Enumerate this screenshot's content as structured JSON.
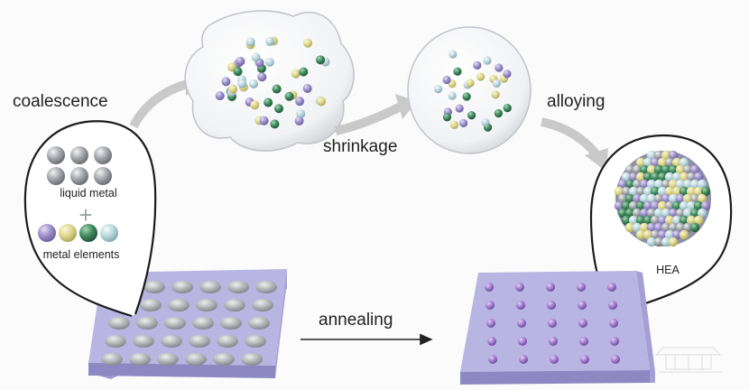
{
  "labels": {
    "coalescence": "coalescence",
    "shrinkage": "shrinkage",
    "alloying": "alloying",
    "annealing": "annealing",
    "liquid_metal": "liquid metal",
    "plus": "+",
    "metal_elements": "metal elements",
    "hea": "HEA"
  },
  "colors": {
    "liquid_metal": "#9ea3a8",
    "element_purple": "#9b8ec9",
    "element_yellow": "#ddd68c",
    "element_green": "#3f8a5c",
    "element_lightblue": "#bcd8df",
    "substrate": "#b8b4e0",
    "nanoparticle": "#a27ed0",
    "arrow_gray": "#c9c9c9",
    "arrow_dark": "#222222"
  },
  "icons": {
    "left_sample": "substrate-with-liquid-metal-droplets",
    "right_sample": "substrate-with-hea-nanoparticles",
    "droplet_1": "irregular-droplet-with-dispersed-elements",
    "droplet_2": "spherical-droplet-with-dispersed-elements",
    "particle": "hea-nanoparticle-sphere"
  }
}
